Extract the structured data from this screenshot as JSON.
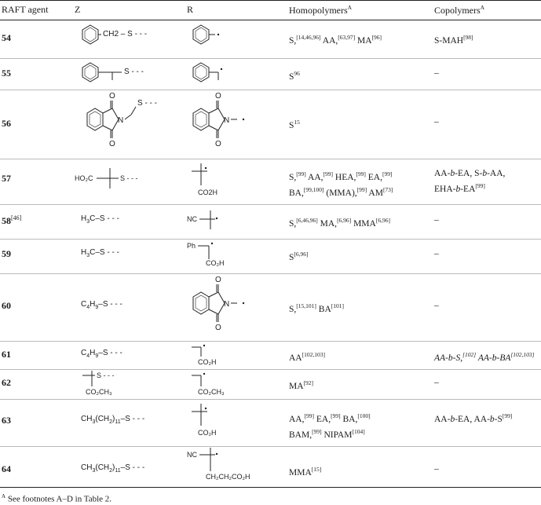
{
  "table": {
    "headers": {
      "agent": "RAFT agent",
      "z": "Z",
      "r": "R",
      "homopolymers": "Homopolymers",
      "homopolymers_sup": "A",
      "copolymers": "Copolymers",
      "copolymers_sup": "A"
    },
    "rows": [
      {
        "id": "54",
        "homo": "S,[14,46,96] AA,[63,97] MA[96]",
        "co": "S-MAH[98]",
        "z": "CH2 – S - - -",
        "r": ""
      },
      {
        "id": "55",
        "homo": "S96",
        "co": "–",
        "z": "S - - -",
        "r": ""
      },
      {
        "id": "56",
        "homo": "S15",
        "co": "–",
        "z": "O, N, S - - -",
        "r": "O, N"
      },
      {
        "id": "57",
        "homo": "S,[99] AA,[99] HEA,[99] EA,[99] BA,[99,100] (MMA),[99] AM[73]",
        "co": "AA-b-EA, S-b-AA, EHA-b-EA[99]",
        "z": "HO2C, S - - -",
        "r": "CO2H"
      },
      {
        "id": "58",
        "agent_sup": "[46]",
        "homo": "S,[6,46,96] MA,[6,96] MMA[6,96]",
        "co": "–",
        "z": "H3C–S - - -",
        "r": "NC"
      },
      {
        "id": "59",
        "homo": "S[6,96]",
        "co": "–",
        "z": "H3C–S - - -",
        "r": "Ph, CO2H"
      },
      {
        "id": "60",
        "homo": "S,[15,101] BA[101]",
        "co": "–",
        "z": "C4H9–S - - -",
        "r": "O, N"
      },
      {
        "id": "61",
        "homo": "AA[102,103]",
        "co": "AA-b-S,[102] AA-b-BA[102,103]",
        "z": "C4H9–S - - -",
        "r": "CO2H"
      },
      {
        "id": "62",
        "homo": "MA[92]",
        "co": "–",
        "z": "S - - -, CO2CH3",
        "r": "CO2CH3"
      },
      {
        "id": "63",
        "homo": "AA,[99] EA,[99] BA,[100] BAM,[99] NIPAM[104]",
        "co": "AA-b-EA, AA-b-S[99]",
        "z": "CH3(CH2)11–S - - -",
        "r": "CO2H"
      },
      {
        "id": "64",
        "homo": "MMA[15]",
        "co": "–",
        "z": "CH3(CH2)11–S - - -",
        "r": "NC, CH2CH2CO2H"
      }
    ],
    "footnote_sup": "A",
    "footnote": "See footnotes A–D in Table 2."
  }
}
